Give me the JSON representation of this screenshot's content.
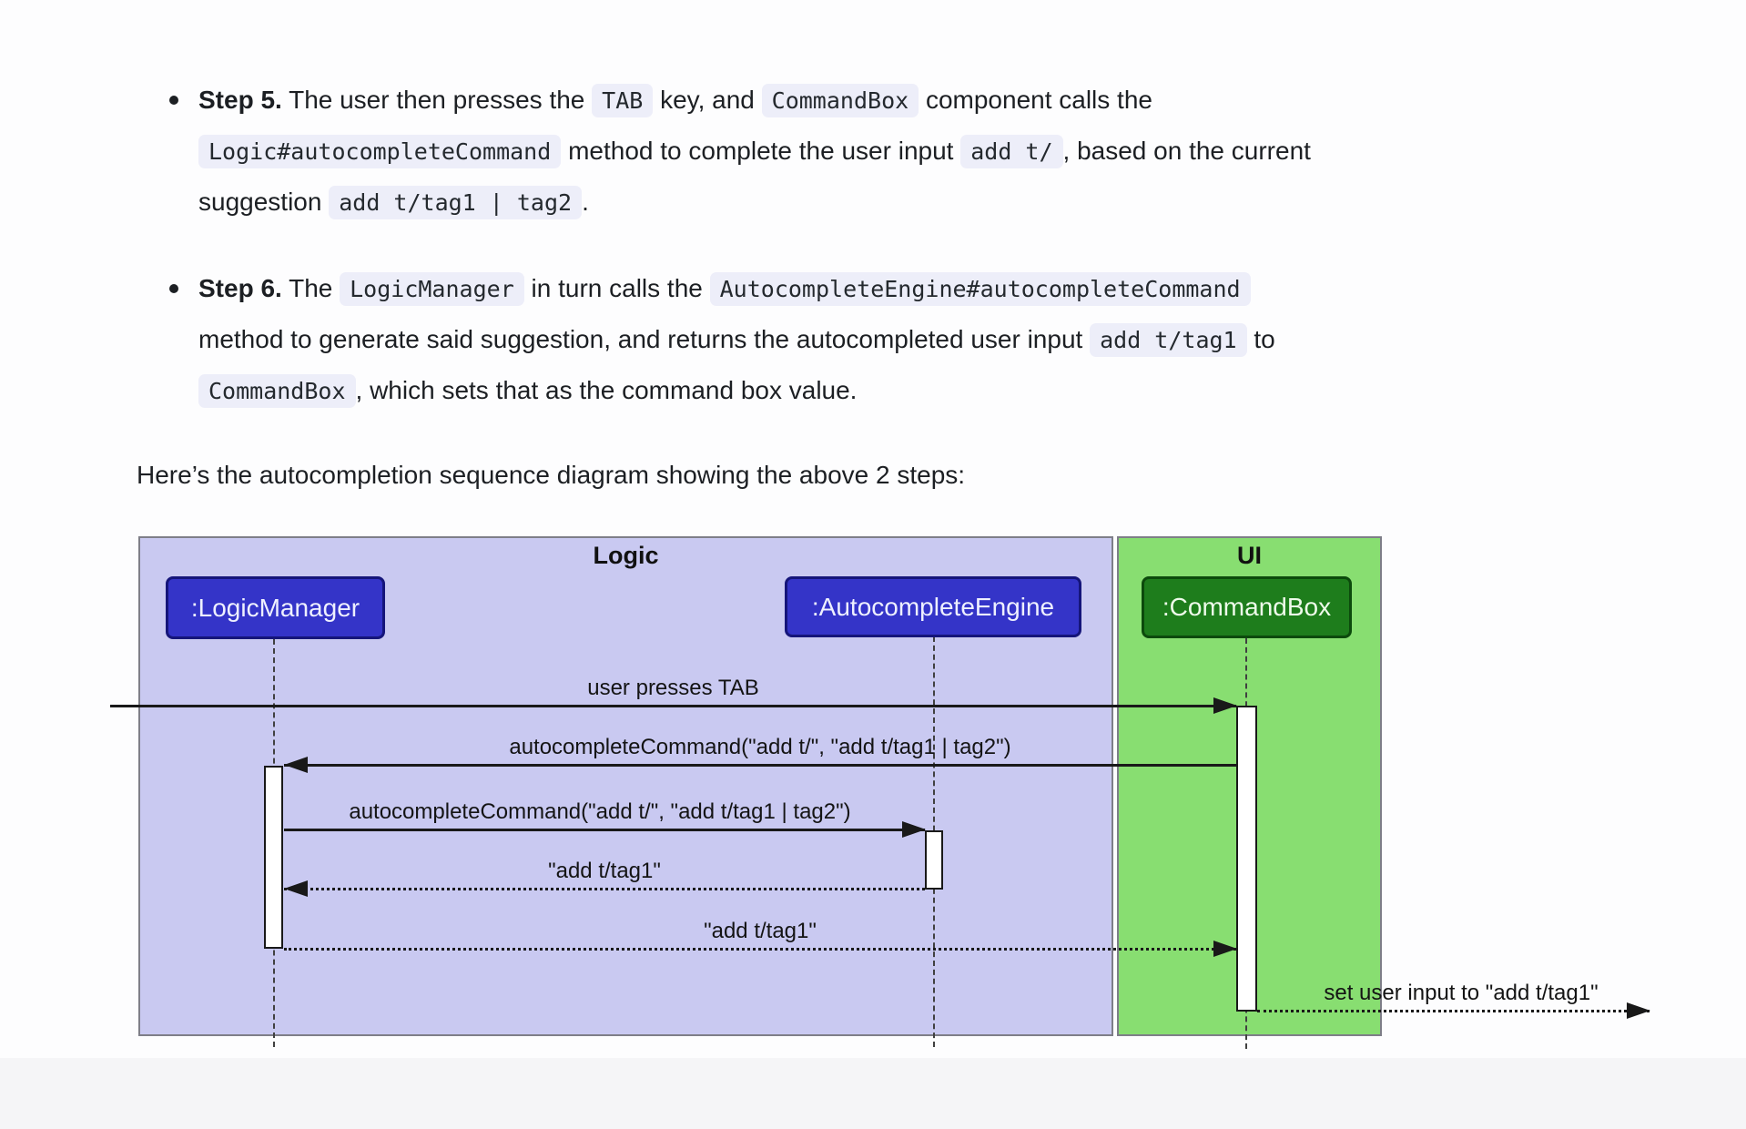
{
  "bullets": {
    "step5": {
      "l1a": "Step 5.",
      "l1b": " The user then presses the ",
      "l1c": "TAB",
      "l1d": " key, and ",
      "l1e": "CommandBox",
      "l1f": " component calls the",
      "l2a": "Logic#autocompleteCommand",
      "l2b": " method to complete the user input ",
      "l2c": "add t/",
      "l2d": ", based on the current",
      "l3a": "suggestion ",
      "l3b": "add t/tag1 | tag2",
      "l3c": "."
    },
    "step6": {
      "l1a": "Step 6.",
      "l1b": " The ",
      "l1c": "LogicManager",
      "l1d": " in turn calls the ",
      "l1e": "AutocompleteEngine#autocompleteCommand",
      "l2a": "method to generate said suggestion, and returns the autocompleted user input ",
      "l2b": "add t/tag1",
      "l2c": " to",
      "l3a": "CommandBox",
      "l3b": ", which sets that as the command box value."
    }
  },
  "intro": "Here’s the autocompletion sequence diagram showing the above 2 steps:",
  "diagram": {
    "frames": [
      {
        "label": "Logic",
        "fill": "#c9c9f1"
      },
      {
        "label": "UI",
        "fill": "#88de71"
      }
    ],
    "participants": [
      {
        "label": ":LogicManager",
        "fill": "#3434c8"
      },
      {
        "label": ":AutocompleteEngine",
        "fill": "#3434c8"
      },
      {
        "label": ":CommandBox",
        "fill": "#1e7d1c"
      }
    ],
    "messages": [
      {
        "label": "user presses TAB",
        "type": "solid"
      },
      {
        "label": "autocompleteCommand(\"add t/\", \"add t/tag1 | tag2\")",
        "type": "solid"
      },
      {
        "label": "autocompleteCommand(\"add t/\", \"add t/tag1 | tag2\")",
        "type": "solid"
      },
      {
        "label": "\"add t/tag1\"",
        "type": "return"
      },
      {
        "label": "\"add t/tag1\"",
        "type": "return"
      },
      {
        "label": "set user input to \"add t/tag1\"",
        "type": "return"
      }
    ]
  },
  "colors": {
    "logic_frame_fill": "#c9c9f1",
    "ui_frame_fill": "#88de71",
    "logic_participant_fill": "#3434c8",
    "ui_participant_fill": "#1e7d1c",
    "code_chip_bg": "#edeef9",
    "bottom_band": "#f5f5f7"
  }
}
